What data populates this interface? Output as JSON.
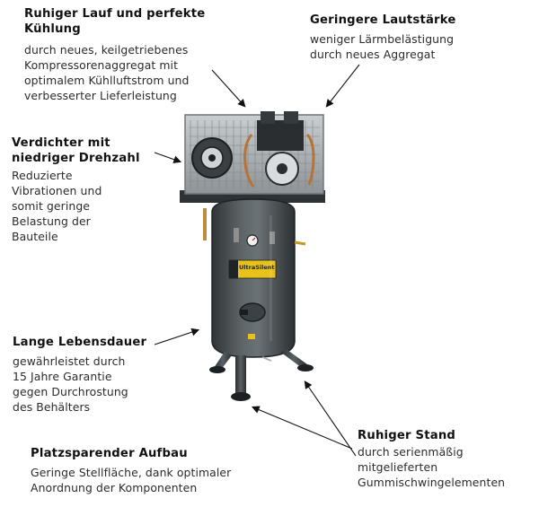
{
  "callouts": {
    "ruhiger_lauf": {
      "title": [
        "Ruhiger Lauf und perfekte",
        "Kühlung"
      ],
      "body": [
        "durch neues, keilgetriebenes",
        "Kompressorenaggregat mit",
        "optimalem Kühlluftstrom und",
        "verbesserter Lieferleistung"
      ]
    },
    "lautstaerke": {
      "title": [
        "Geringere Lautstärke"
      ],
      "body": [
        "weniger Lärmbelästigung",
        "durch neues Aggregat"
      ]
    },
    "verdichter": {
      "title": [
        "Verdichter mit",
        "niedriger Drehzahl"
      ],
      "body": [
        "Reduzierte",
        "Vibrationen und",
        "somit geringe",
        "Belastung der",
        "Bauteile"
      ]
    },
    "lebensdauer": {
      "title": [
        "Lange Lebensdauer"
      ],
      "body": [
        "gewährleistet durch",
        "15 Jahre Garantie",
        "gegen Durchrostung",
        "des Behälters"
      ]
    },
    "stand": {
      "title": [
        "Ruhiger Stand"
      ],
      "body": [
        "durch serienmäßig",
        "mitgelieferten",
        "Gummischwingelementen"
      ]
    },
    "aufbau": {
      "title": [
        "Platzsparender Aufbau"
      ],
      "body": [
        "Geringe Stellfläche, dank optimaler",
        "Anordnung der Komponenten"
      ]
    }
  },
  "product": {
    "badge_text": "UltraSilent"
  },
  "colors": {
    "tank": "#4a5053",
    "tank_dark": "#2f3437",
    "tank_light": "#6b7275",
    "label_yellow": "#e8c21a",
    "frame": "#9aa0a3",
    "arrow": "#111111"
  }
}
